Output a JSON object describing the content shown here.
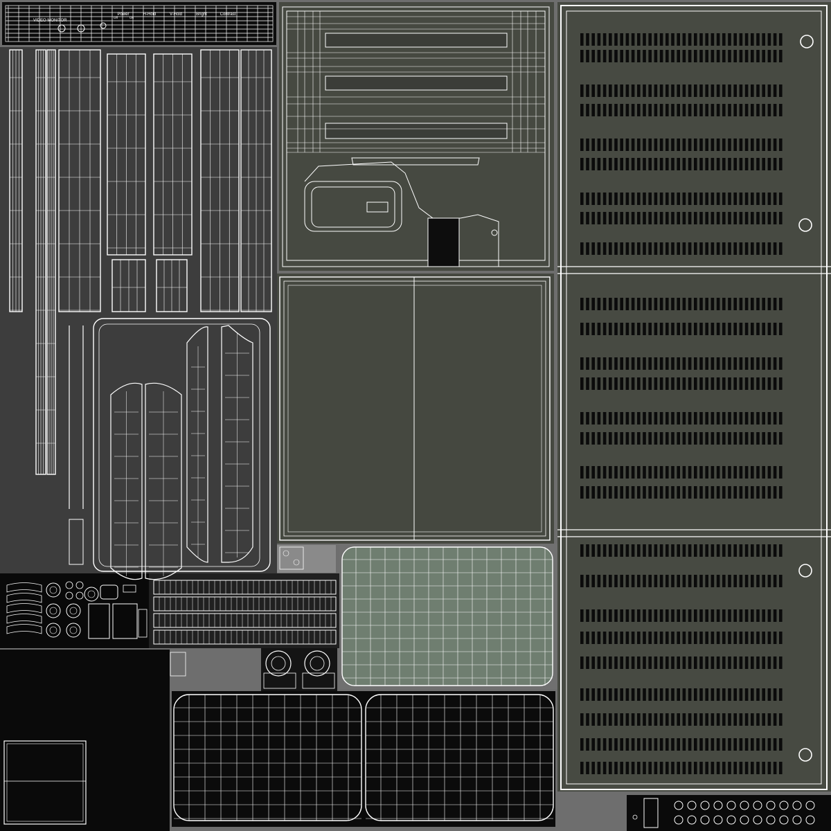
{
  "front_panel": {
    "brand_label": "VIDEO MONITOR",
    "controls": [
      "Power",
      "H-Hold",
      "V-Hold",
      "Bright",
      "Contrast"
    ],
    "switch_states": [
      "Off",
      "On"
    ]
  },
  "colors": {
    "background": "#6e6e6e",
    "dark_panel": "#3f403d",
    "olive_panel": "#474a43",
    "wireframe": "#ffffff",
    "vent_slot": "#0b0b0b",
    "screen_glass": "#6f7e70",
    "black_panel": "#0a0a0a"
  },
  "regions": [
    "front-panel-strip",
    "side-strips-panel",
    "top-housing-panel",
    "front-bezel-panel",
    "vent-panel",
    "curved-bezel-panel",
    "knobs-panel",
    "grille-panel",
    "screen-glass-panel",
    "black-panel",
    "screen-back-panels",
    "dial-panel",
    "connector-strip"
  ]
}
